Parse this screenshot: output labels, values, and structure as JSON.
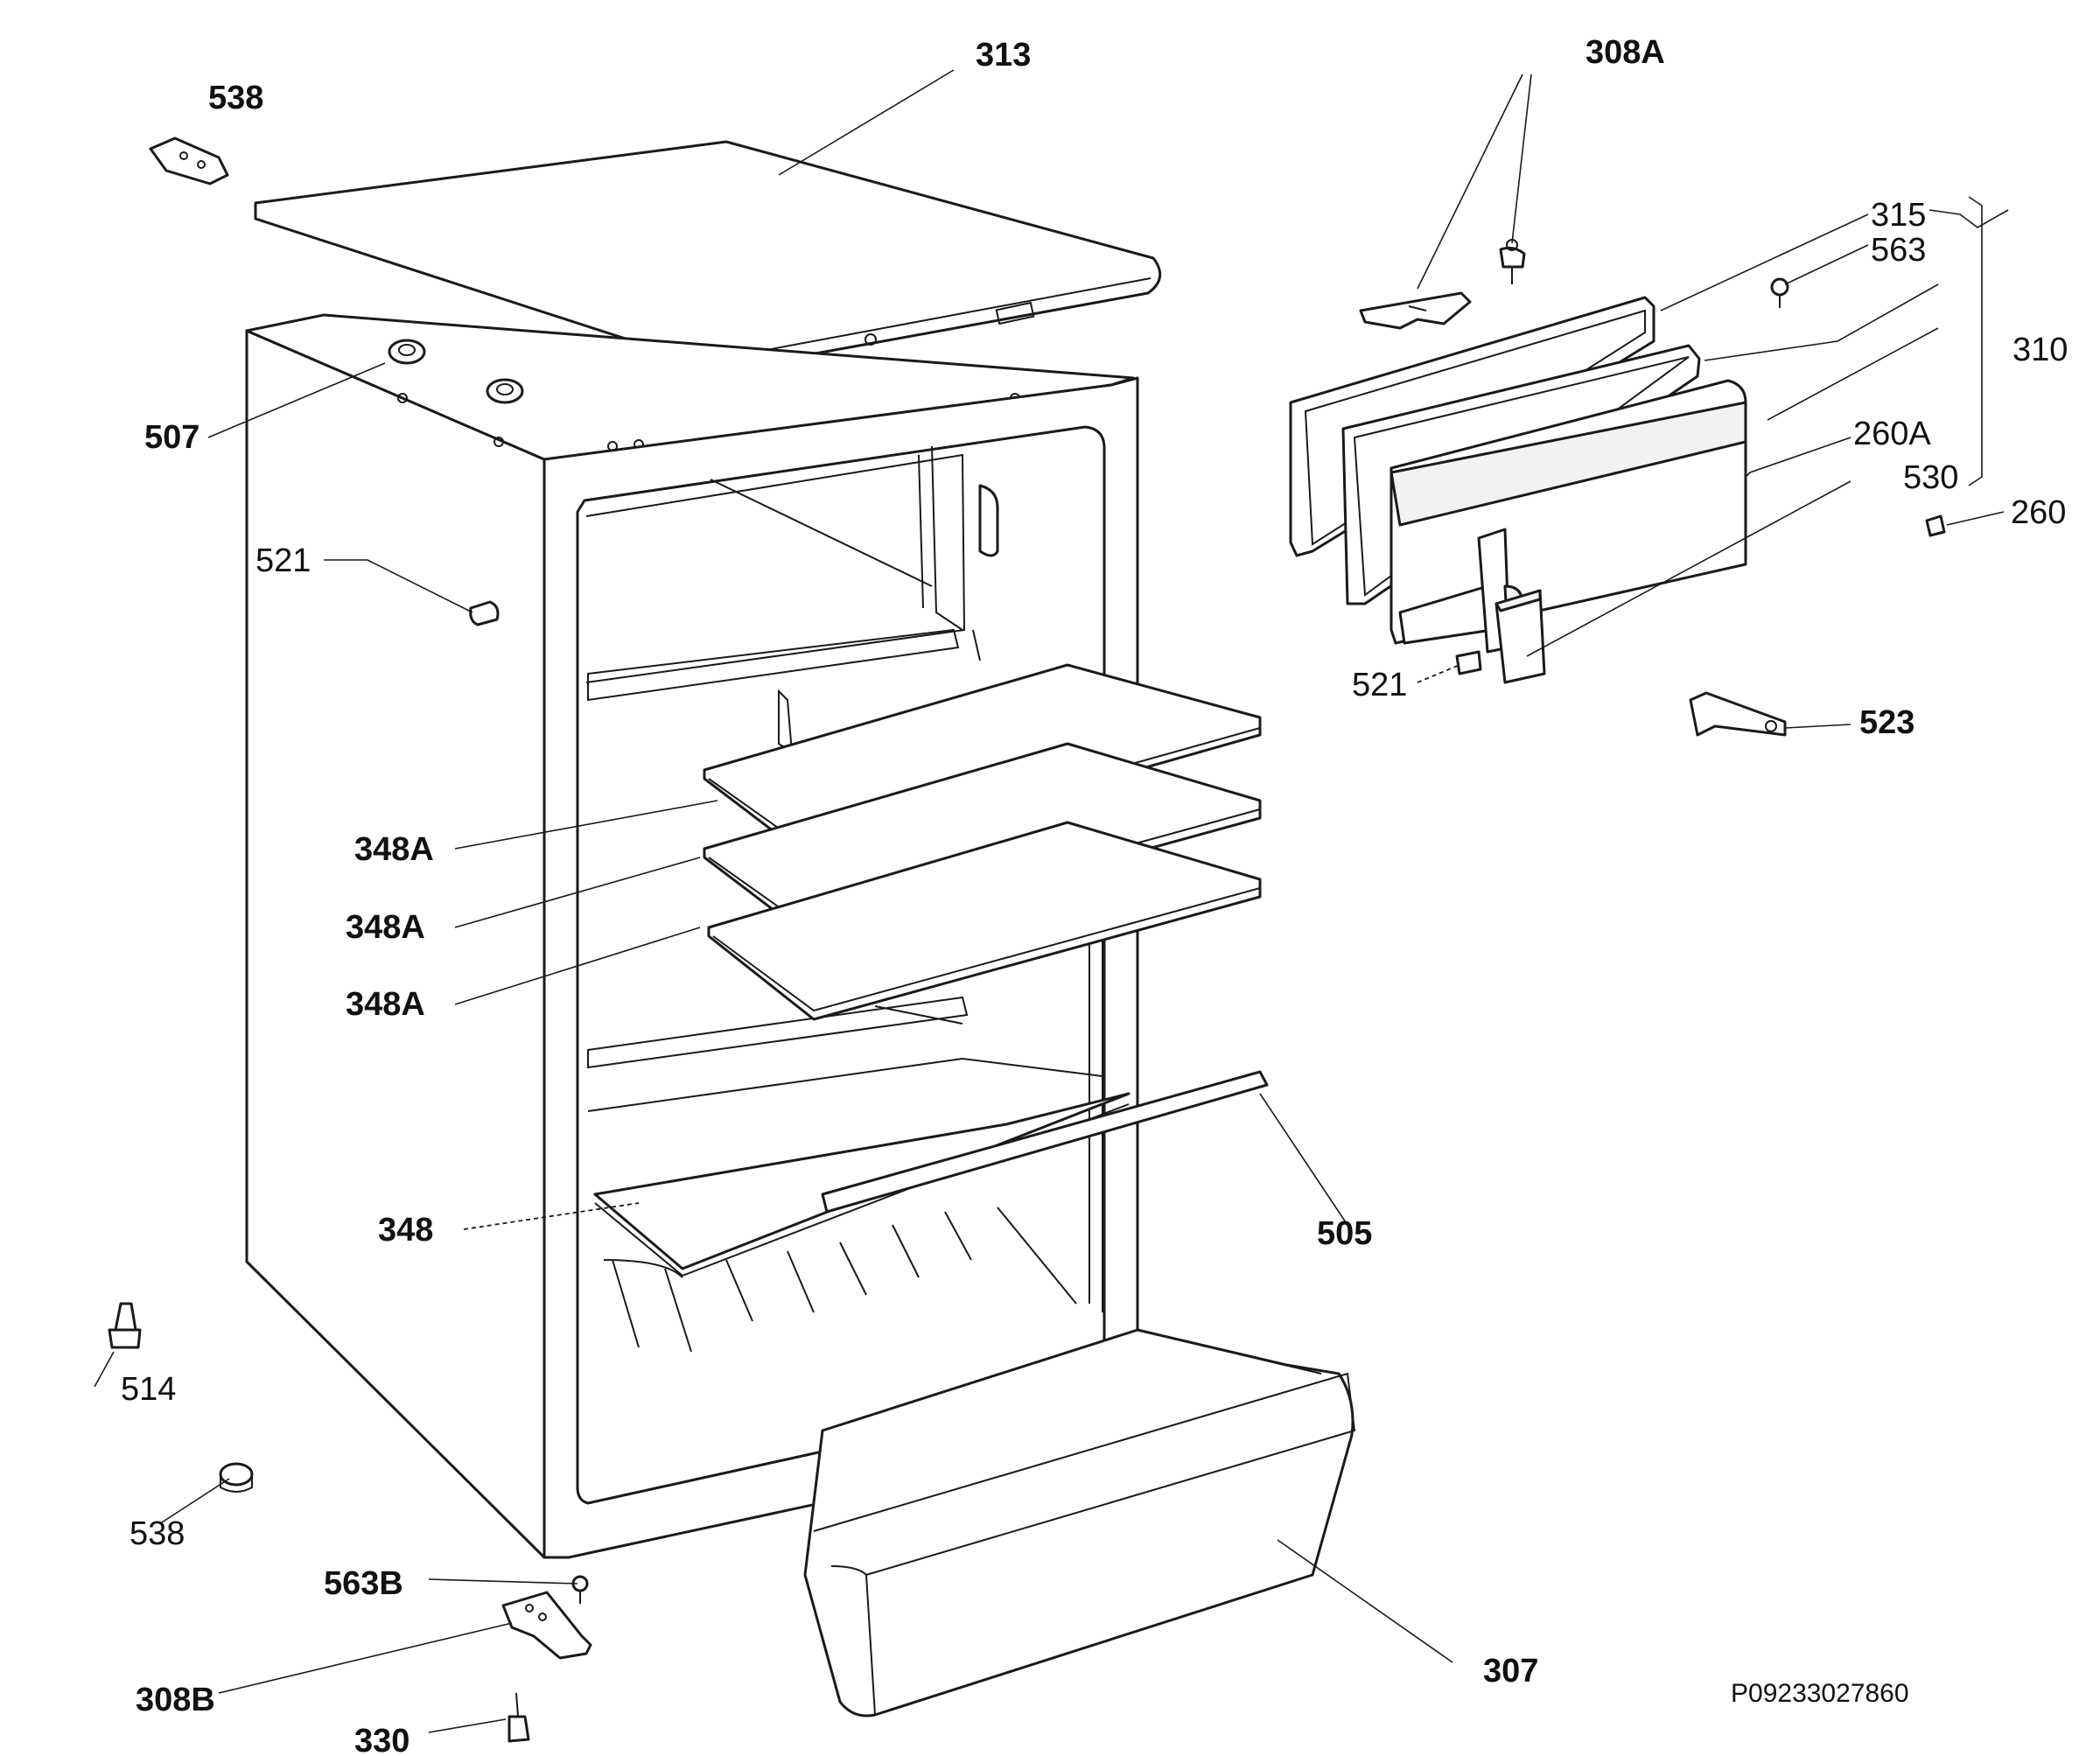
{
  "diagram": {
    "reference_code": "P09233027860",
    "parts": {
      "p313": "313",
      "p308a": "308A",
      "p538_top": "538",
      "p507": "507",
      "p521_left": "521",
      "p315": "315",
      "p563": "563",
      "p310": "310",
      "p260a": "260A",
      "p530": "530",
      "p260": "260",
      "p521_right": "521",
      "p523": "523",
      "p348a_1": "348A",
      "p348a_2": "348A",
      "p348a_3": "348A",
      "p348": "348",
      "p505": "505",
      "p514": "514",
      "p538_bottom": "538",
      "p563b": "563B",
      "p307": "307",
      "p308b": "308B",
      "p330": "330"
    }
  }
}
